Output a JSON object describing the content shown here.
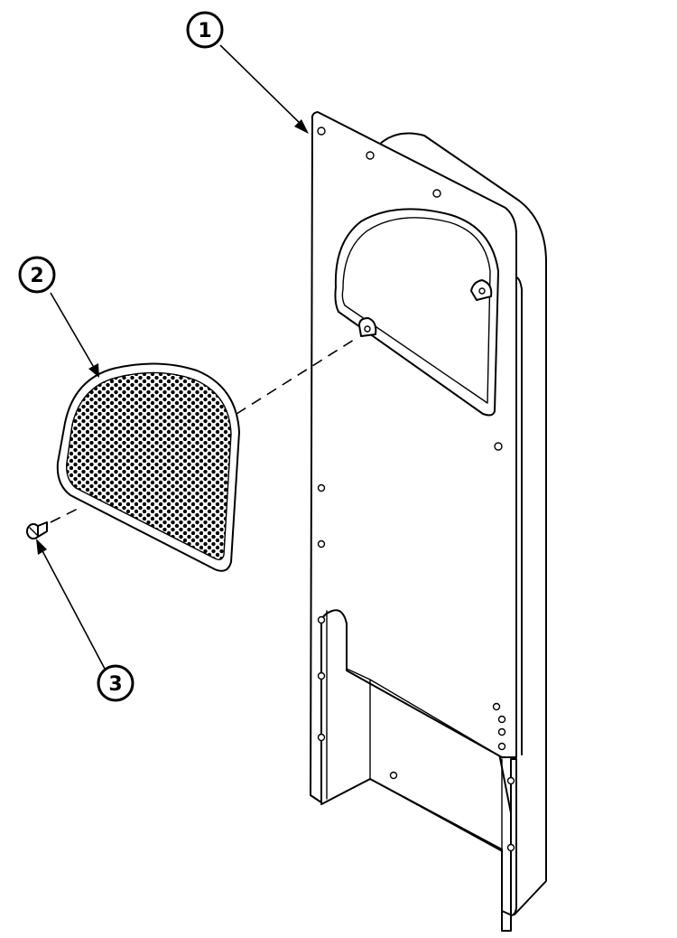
{
  "diagram": {
    "type": "exploded-parts-view",
    "colors": {
      "ink": "#000000",
      "background": "#ffffff"
    },
    "callouts": [
      {
        "id": "callout-1",
        "label": "1",
        "part": "panel"
      },
      {
        "id": "callout-2",
        "label": "2",
        "part": "vent-grille"
      },
      {
        "id": "callout-3",
        "label": "3",
        "part": "screw"
      }
    ]
  }
}
